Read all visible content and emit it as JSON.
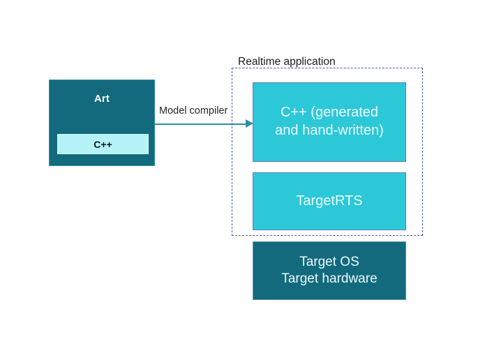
{
  "diagram": {
    "title_label": "Realtime application",
    "source": {
      "name": "art-model",
      "label": "Art",
      "inner_label": "C++"
    },
    "edge": {
      "label": "Model compiler",
      "icon": "arrow-right-icon"
    },
    "stack": [
      {
        "name": "generated-cpp",
        "label": "C++ (generated\nand hand-written)",
        "line1": "C++ (generated",
        "line2": "and hand-written)",
        "color": "#2cc8d8",
        "inside_container": true
      },
      {
        "name": "target-rts",
        "label": "TargetRTS",
        "color": "#2cc8d8",
        "inside_container": true
      },
      {
        "name": "target-platform",
        "label": "Target OS\nTarget hardware",
        "line1": "Target OS",
        "line2": "Target hardware",
        "color": "#136a7d",
        "inside_container": false
      }
    ],
    "colors": {
      "dark_teal": "#136a7d",
      "cyan": "#2cc8d8",
      "light_cyan": "#b4f3f7",
      "dashed_border": "#46599c",
      "arrow": "#2e8f9e",
      "background": "#ffffff"
    }
  }
}
